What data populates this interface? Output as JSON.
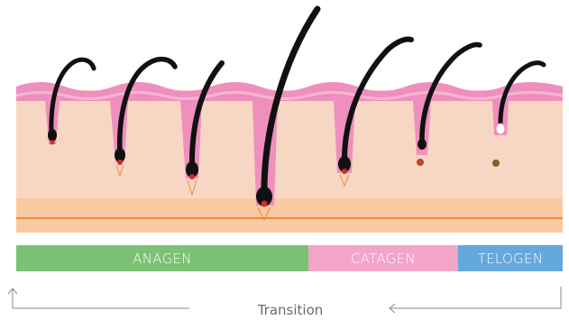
{
  "phases": [
    {
      "label": "ANAGEN",
      "color": "#7cc174"
    },
    {
      "label": "CATAGEN",
      "color": "#f2a4c9"
    },
    {
      "label": "TELOGEN",
      "color": "#64a8dc"
    }
  ],
  "transition": {
    "label": "Transition"
  },
  "colors": {
    "skin_surface": "#ef8fbd",
    "dermis": "#f8d6c4",
    "fat_layer": "#f9c9a0",
    "fat_line": "#f08a3a",
    "follicle": "#ef8fbd",
    "hair": "#111111",
    "papilla": "#d42a2a",
    "arrow": "#8a8a8a"
  },
  "stages": [
    {
      "name": "anagen-1",
      "phase": "ANAGEN"
    },
    {
      "name": "anagen-2",
      "phase": "ANAGEN"
    },
    {
      "name": "anagen-3",
      "phase": "ANAGEN"
    },
    {
      "name": "anagen-4",
      "phase": "ANAGEN"
    },
    {
      "name": "catagen-1",
      "phase": "CATAGEN"
    },
    {
      "name": "catagen-2",
      "phase": "CATAGEN"
    },
    {
      "name": "telogen-1",
      "phase": "TELOGEN"
    }
  ]
}
